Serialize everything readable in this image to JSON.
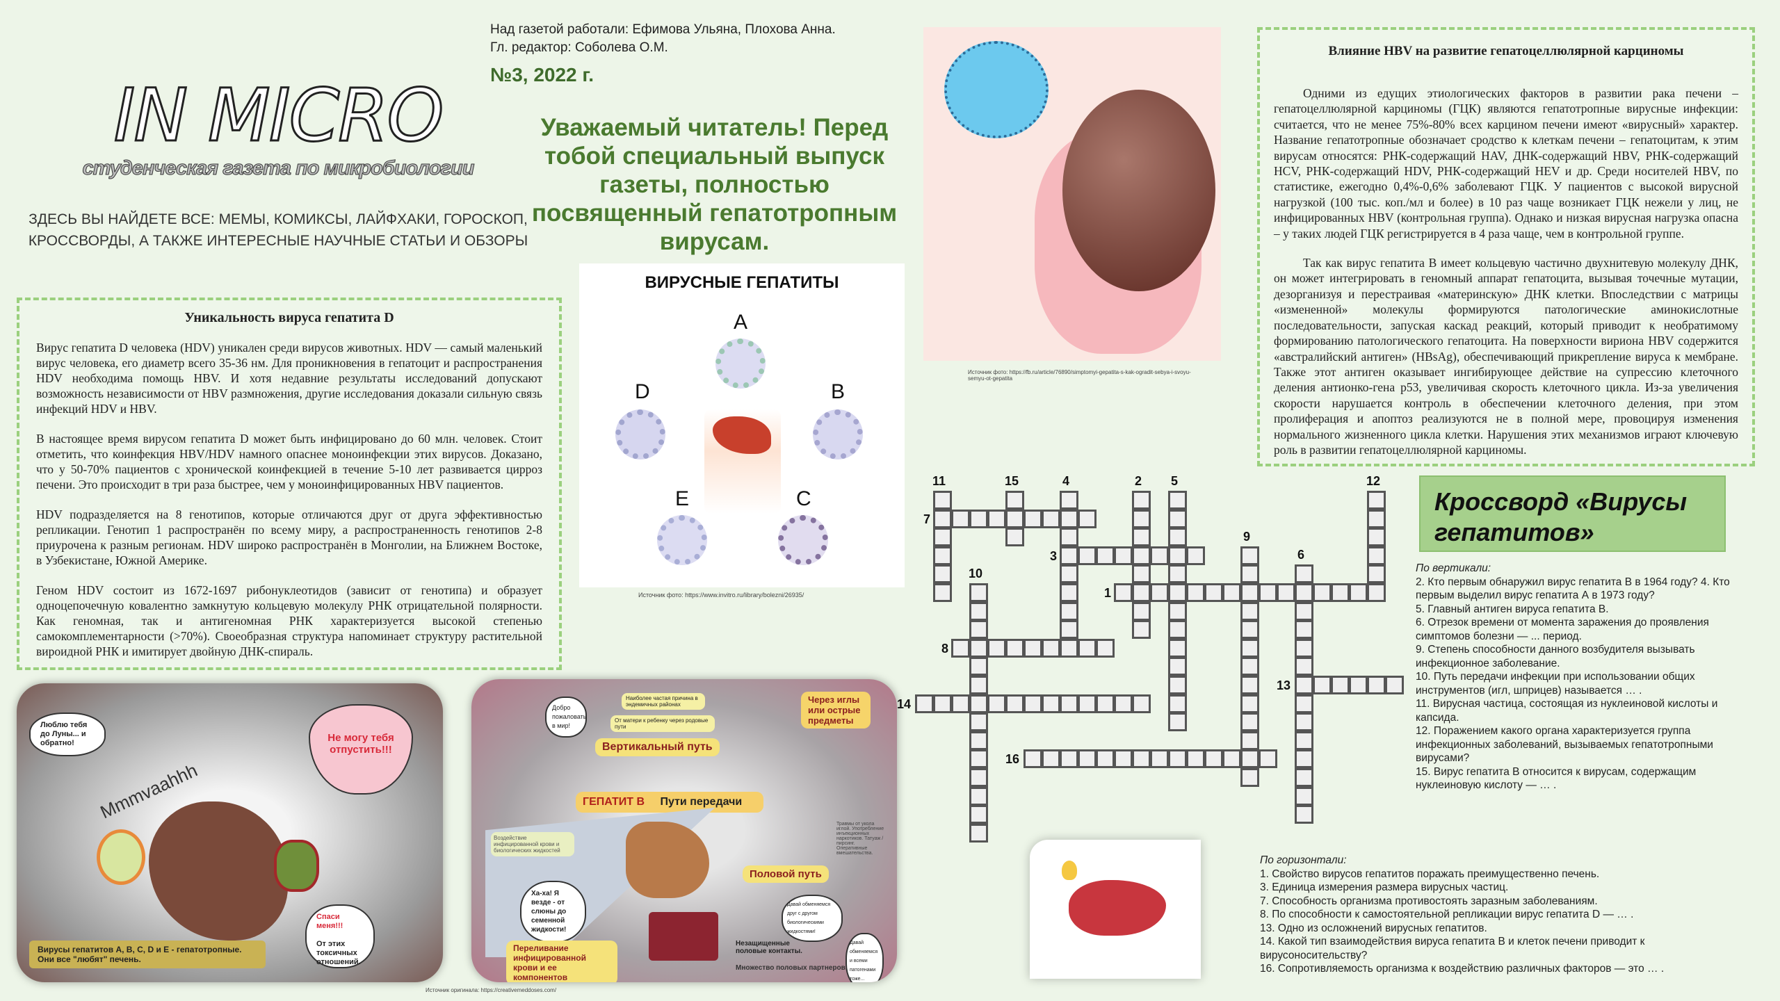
{
  "header": {
    "credits_line1": "Над газетой работали: Ефимова Ульяна, Плохова Анна.",
    "credits_line2": "Гл. редактор: Соболева О.М.",
    "issue": "№3, 2022 г.",
    "logo": "IN MICRO",
    "subtitle": "студенческая газета по микробиологии",
    "promo": "ЗДЕСЬ ВЫ НАЙДЕТЕ ВСЕ: МЕМЫ, КОМИКСЫ, ЛАЙФХАКИ, ГОРОСКОП, КРОССВОРДЫ, А ТАКЖЕ ИНТЕРЕСНЫЕ НАУЧНЫЕ СТАТЬИ И ОБЗОРЫ",
    "greeting": "Уважаемый читатель! Перед тобой специальный выпуск газеты, полностью посвященный гепатотропным вирусам."
  },
  "hdv_article": {
    "title": "Уникальность вируса гепатита D",
    "paragraphs": [
      "Вирус гепатита D человека (HDV) уникален среди вирусов животных. HDV — самый маленький вирус человека, его диаметр всего 35-36 нм. Для проникновения в гепатоцит и распространения HDV необходима помощь HBV. И хотя недавние результаты исследований допускают возможность независимости от HBV размножения, другие исследования доказали сильную связь инфекций HDV и HBV.",
      "В настоящее время вирусом гепатита D может быть инфицировано до  60 млн. человек. Стоит отметить, что коинфекция HBV/HDV намного опаснее моноинфекции этих вирусов. Доказано, что у 50-70% пациентов с хронической коинфекцией в течение 5-10 лет развивается цирроз печени. Это происходит в три раза быстрее, чем у моноинфицированных HBV пациентов.",
      "HDV подразделяется на 8 генотипов, которые отличаются друг от друга эффективностью репликации. Генотип 1 распространён по всему миру, а распространенность генотипов 2-8 приурочена к разным регионам. HDV широко распространён  в Монголии, на Ближнем Востоке, в Узбекистане, Южной Америке.",
      "Геном HDV состоит из 1672-1697 рибонуклеотидов (зависит от генотипа) и образует одноцепочечную ковалентно замкнутую кольцевую молекулу РНК отрицательной полярности. Как геномная, так и антигеномная РНК характеризуется высокой степенью самокомплементарности (>70%). Своеобразная структура напоминает структуру растительной вироидной РНК и имитирует двойную ДНК-спираль."
    ]
  },
  "hbv_article": {
    "title": "Влияние HBV на развитие гепатоцеллюлярной карциномы",
    "paragraphs": [
      "Одними из едущих этиологических факторов в развитии рака печени – гепатоцеллюлярной карциномы (ГЦК) являются гепатотропные вирусные инфекции: считается, что не менее 75%-80% всех карцином печени  имеют «вирусный» характер.  Название гепатотропные обозначает сродство к клеткам печени – гепатоцитам, к этим вирусам относятся: РНК-содержащий  HAV, ДНК-содержащий  HBV, РНК-содержащий HCV, РНК-содержащий HDV, РНК-содержащий HEV и др. Среди носителей HBV, по статистике, ежегодно 0,4%-0,6% заболевают ГЦК. У пациентов с высокой вирусной нагрузкой (100 тыс. коп./мл и более) в 10 раз чаще возникает ГЦК нежели у лиц, не инфицированных HBV (контрольная группа). Однако и низкая вирусная нагрузка опасна – у таких людей ГЦК регистрируется в 4 раза чаще, чем в контрольной группе.",
      "Так как вирус гепатита В имеет кольцевую частично двухнитевую молекулу ДНК, он может интегрировать в геномный аппарат гепатоцита, вызывая точечные мутации, дезорганизуя и перестраивая «материнскую» ДНК клетки. Впоследствии с матрицы «измененной» молекулы формируются патологические аминокислотные последовательности, запуская каскад реакций, который приводит к необратимому формированию  патологического гепатоцита. На поверхности вириона HBV содержится «австралийский антиген» (HBsAg), обеспечивающий прикрепление вируса к мембране. Также этот антиген оказывает ингибирующее действие на супрессию клеточного деления антионко-гена p53, увеличивая скорость клеточного цикла. Из-за увеличения скорости  нарушается контроль в обеспечении клеточного деления, при этом пролиферация и апоптоз реализуются не в полной мере, провоцируя изменения нормального жизненного цикла клетки. Нарушения этих механизмов играют ключевую роль в развитии гепатоцеллюлярной карциномы."
    ]
  },
  "hepatitis_figure": {
    "title": "ВИРУСНЫЕ ГЕПАТИТЫ",
    "labels": [
      "A",
      "B",
      "C",
      "D",
      "E"
    ],
    "source": "Источник фото: https://www.invitro.ru/library/bolezni/26935/"
  },
  "liver_image": {
    "source": "Источник фото: https://fb.ru/article/76890/simptomyi-gepatita-s-kak-ogradit-sebya-i-svoyu-semyu-ot-gepatita"
  },
  "comic1": {
    "bubble_moon": "Люблю тебя до Луны... и обратно!",
    "kiss": "Mmmvaahhh",
    "balloon": "Не могу тебя отпустить!!!",
    "save_me": "Спаси меня!!!",
    "toxic": "От этих токсичных отношений.",
    "banner": "Вирусы гепатитов A, B, C, D и E - гепатотропные. Они все \"любят\" печень."
  },
  "comic2": {
    "welcome": "Добро пожаловать в мир!",
    "endemic": "Наиболее частая причина в эндемичных районах",
    "mother": "От матери к ребенку через родовые пути",
    "vertical": "Вертикальный путь",
    "needles": "Через иглы или острые предметы",
    "hep_b": "ГЕПАТИТ В",
    "routes": "Пути передачи",
    "exposure": "Воздействие инфицированной крови и биологических жидкостей",
    "injuries": "Травмы от укола иглой. Употребление инъекционных наркотиков. Татуаж / пирсинг. Оперативные вмешательства.",
    "sexual": "Половой путь",
    "haha": "Ха-ха! Я везде - от слюны до семенной жидкости!",
    "exchange1": "Давай обменяемся друг с другом биологическими жидкостями!",
    "exchange2": "Давай обменяемся и всеми патогенами тоже...",
    "transfusion": "Переливание инфицированной крови и ее компонентов",
    "unprotected": "Незащищенные половые контакты.",
    "partners": "Множество половых партнеров.",
    "source": "Источник оригинала: https://creativemeddoses.com/"
  },
  "crossword": {
    "title": "Кроссворд «Вирусы гепатитов»",
    "words": [
      {
        "num": "1",
        "dir": "across",
        "row": 5,
        "col": 11,
        "len": 15
      },
      {
        "num": "3",
        "dir": "across",
        "row": 3,
        "col": 8,
        "len": 8
      },
      {
        "num": "7",
        "dir": "across",
        "row": 1,
        "col": 1,
        "len": 9
      },
      {
        "num": "8",
        "dir": "across",
        "row": 8,
        "col": 2,
        "len": 9
      },
      {
        "num": "13",
        "dir": "across",
        "row": 10,
        "col": 21,
        "len": 6
      },
      {
        "num": "14",
        "dir": "across",
        "row": 11,
        "col": 0,
        "len": 13
      },
      {
        "num": "16",
        "dir": "across",
        "row": 14,
        "col": 6,
        "len": 14
      },
      {
        "num": "2",
        "dir": "down",
        "row": 0,
        "col": 12,
        "len": 8
      },
      {
        "num": "4",
        "dir": "down",
        "row": 0,
        "col": 8,
        "len": 9
      },
      {
        "num": "5",
        "dir": "down",
        "row": 0,
        "col": 14,
        "len": 13
      },
      {
        "num": "6",
        "dir": "down",
        "row": 4,
        "col": 21,
        "len": 14
      },
      {
        "num": "9",
        "dir": "down",
        "row": 3,
        "col": 18,
        "len": 13
      },
      {
        "num": "10",
        "dir": "down",
        "row": 5,
        "col": 3,
        "len": 14
      },
      {
        "num": "11",
        "dir": "down",
        "row": 0,
        "col": 1,
        "len": 6
      },
      {
        "num": "12",
        "dir": "down",
        "row": 0,
        "col": 25,
        "len": 6
      },
      {
        "num": "15",
        "dir": "down",
        "row": 0,
        "col": 5,
        "len": 3
      }
    ],
    "down_heading": "По вертикали:",
    "down_clues": [
      "2. Кто первым обнаружил вирус гепатита В в 1964 году? 4. Кто первым выделил вирус гепатита А в 1973 году?",
      "5. Главный антиген вируса гепатита В.",
      "6. Отрезок времени от момента заражения до проявления симптомов болезни — ... период.",
      "9. Степень способности данного возбудителя вызывать инфекционное заболевание.",
      "10. Путь передачи инфекции при использовании общих инструментов (игл, шприцев) называется … .",
      "11. Вирусная частица, состоящая из нуклеиновой кислоты и капсида.",
      "12. Поражением какого органа характеризуется группа инфекционных заболеваний, вызываемых гепатотропными вирусами?",
      "15. Вирус гепатита В относится к вирусам, содержащим нуклеиновую кислоту — … ."
    ],
    "across_heading": "По горизонтали:",
    "across_clues": [
      "1. Свойство вирусов гепатитов поражать преимущественно печень.",
      "3. Единица измерения размера вирусных частиц.",
      "7. Способность организма противостоять заразным заболеваниям.",
      "8. По способности к самостоятельной репликации вирус гепатита D — … .",
      "13. Одно из осложнений вирусных гепатитов.",
      "14. Какой тип взаимодействия вируса гепатита В и клеток печени приводит к вирусоносительству?",
      "16. Сопротивляемость организма к воздействию различных факторов — это … ."
    ]
  }
}
